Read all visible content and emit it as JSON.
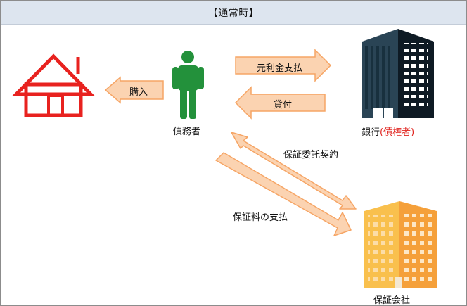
{
  "header": {
    "title": "【通常時】"
  },
  "labels": {
    "purchase": "購入",
    "debtor": "債務者",
    "principal_interest_payment": "元利金支払",
    "lending": "貸付",
    "bank": "銀行",
    "bank_role": "(債権者)",
    "guarantee_contract": "保証委託契約",
    "guarantee_fee_payment": "保証料の支払",
    "guarantee_company": "保証会社"
  },
  "colors": {
    "arrow_fill": "#fbd3b1",
    "arrow_stroke": "#f6a565",
    "house": "#e8221f",
    "person": "#23913b",
    "bank_dark": "#1d3140",
    "company_orange": "#f6a23c",
    "emphasis_red": "#e0231e"
  },
  "icons": {
    "house": "house-icon",
    "person": "person-icon",
    "bank": "bank-building-icon",
    "company": "company-building-icon"
  }
}
